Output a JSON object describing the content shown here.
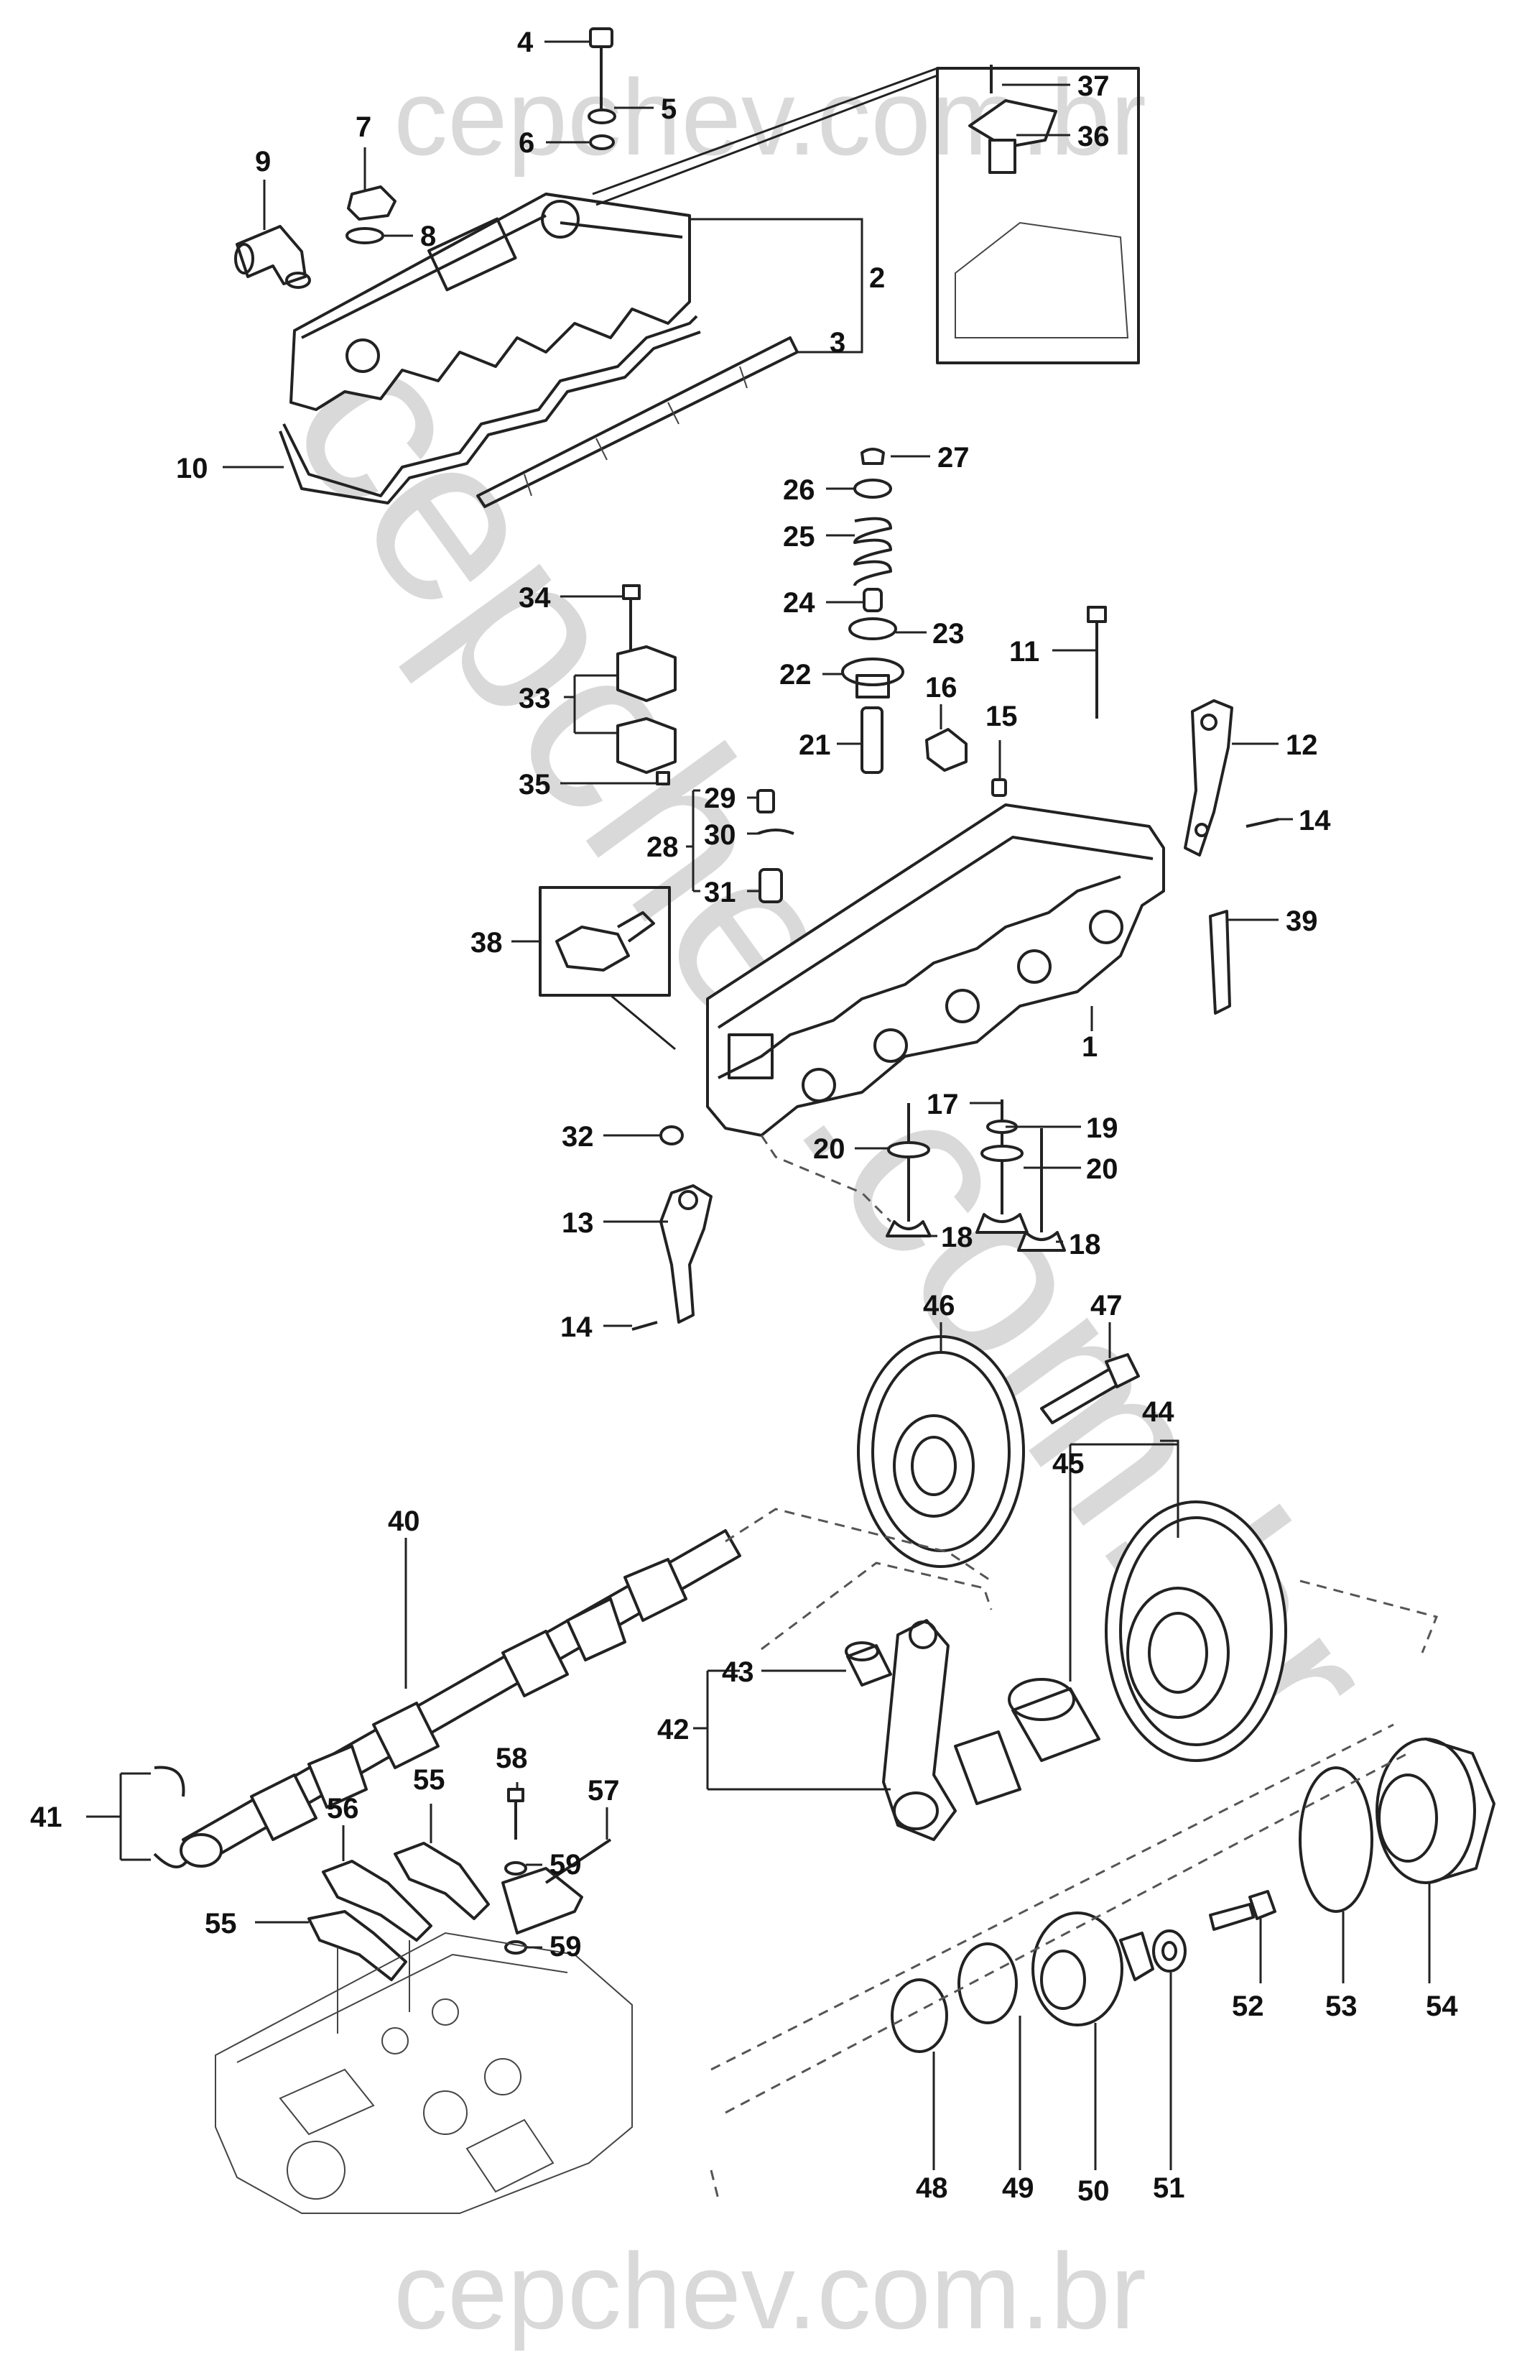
{
  "watermark": {
    "main": "cepchev.com.br",
    "top": "cepchev.com.br",
    "bottom": "cepchev.com.br"
  },
  "callouts": [
    "1",
    "2",
    "3",
    "4",
    "5",
    "6",
    "7",
    "8",
    "9",
    "10",
    "11",
    "12",
    "13",
    "14",
    "14",
    "15",
    "16",
    "17",
    "18",
    "18",
    "19",
    "20",
    "20",
    "21",
    "22",
    "23",
    "24",
    "25",
    "26",
    "27",
    "28",
    "29",
    "30",
    "31",
    "32",
    "33",
    "34",
    "35",
    "36",
    "37",
    "38",
    "39",
    "40",
    "41",
    "42",
    "43",
    "44",
    "45",
    "46",
    "47",
    "48",
    "49",
    "50",
    "51",
    "52",
    "53",
    "54",
    "55",
    "55",
    "56",
    "57",
    "58",
    "59",
    "59"
  ]
}
